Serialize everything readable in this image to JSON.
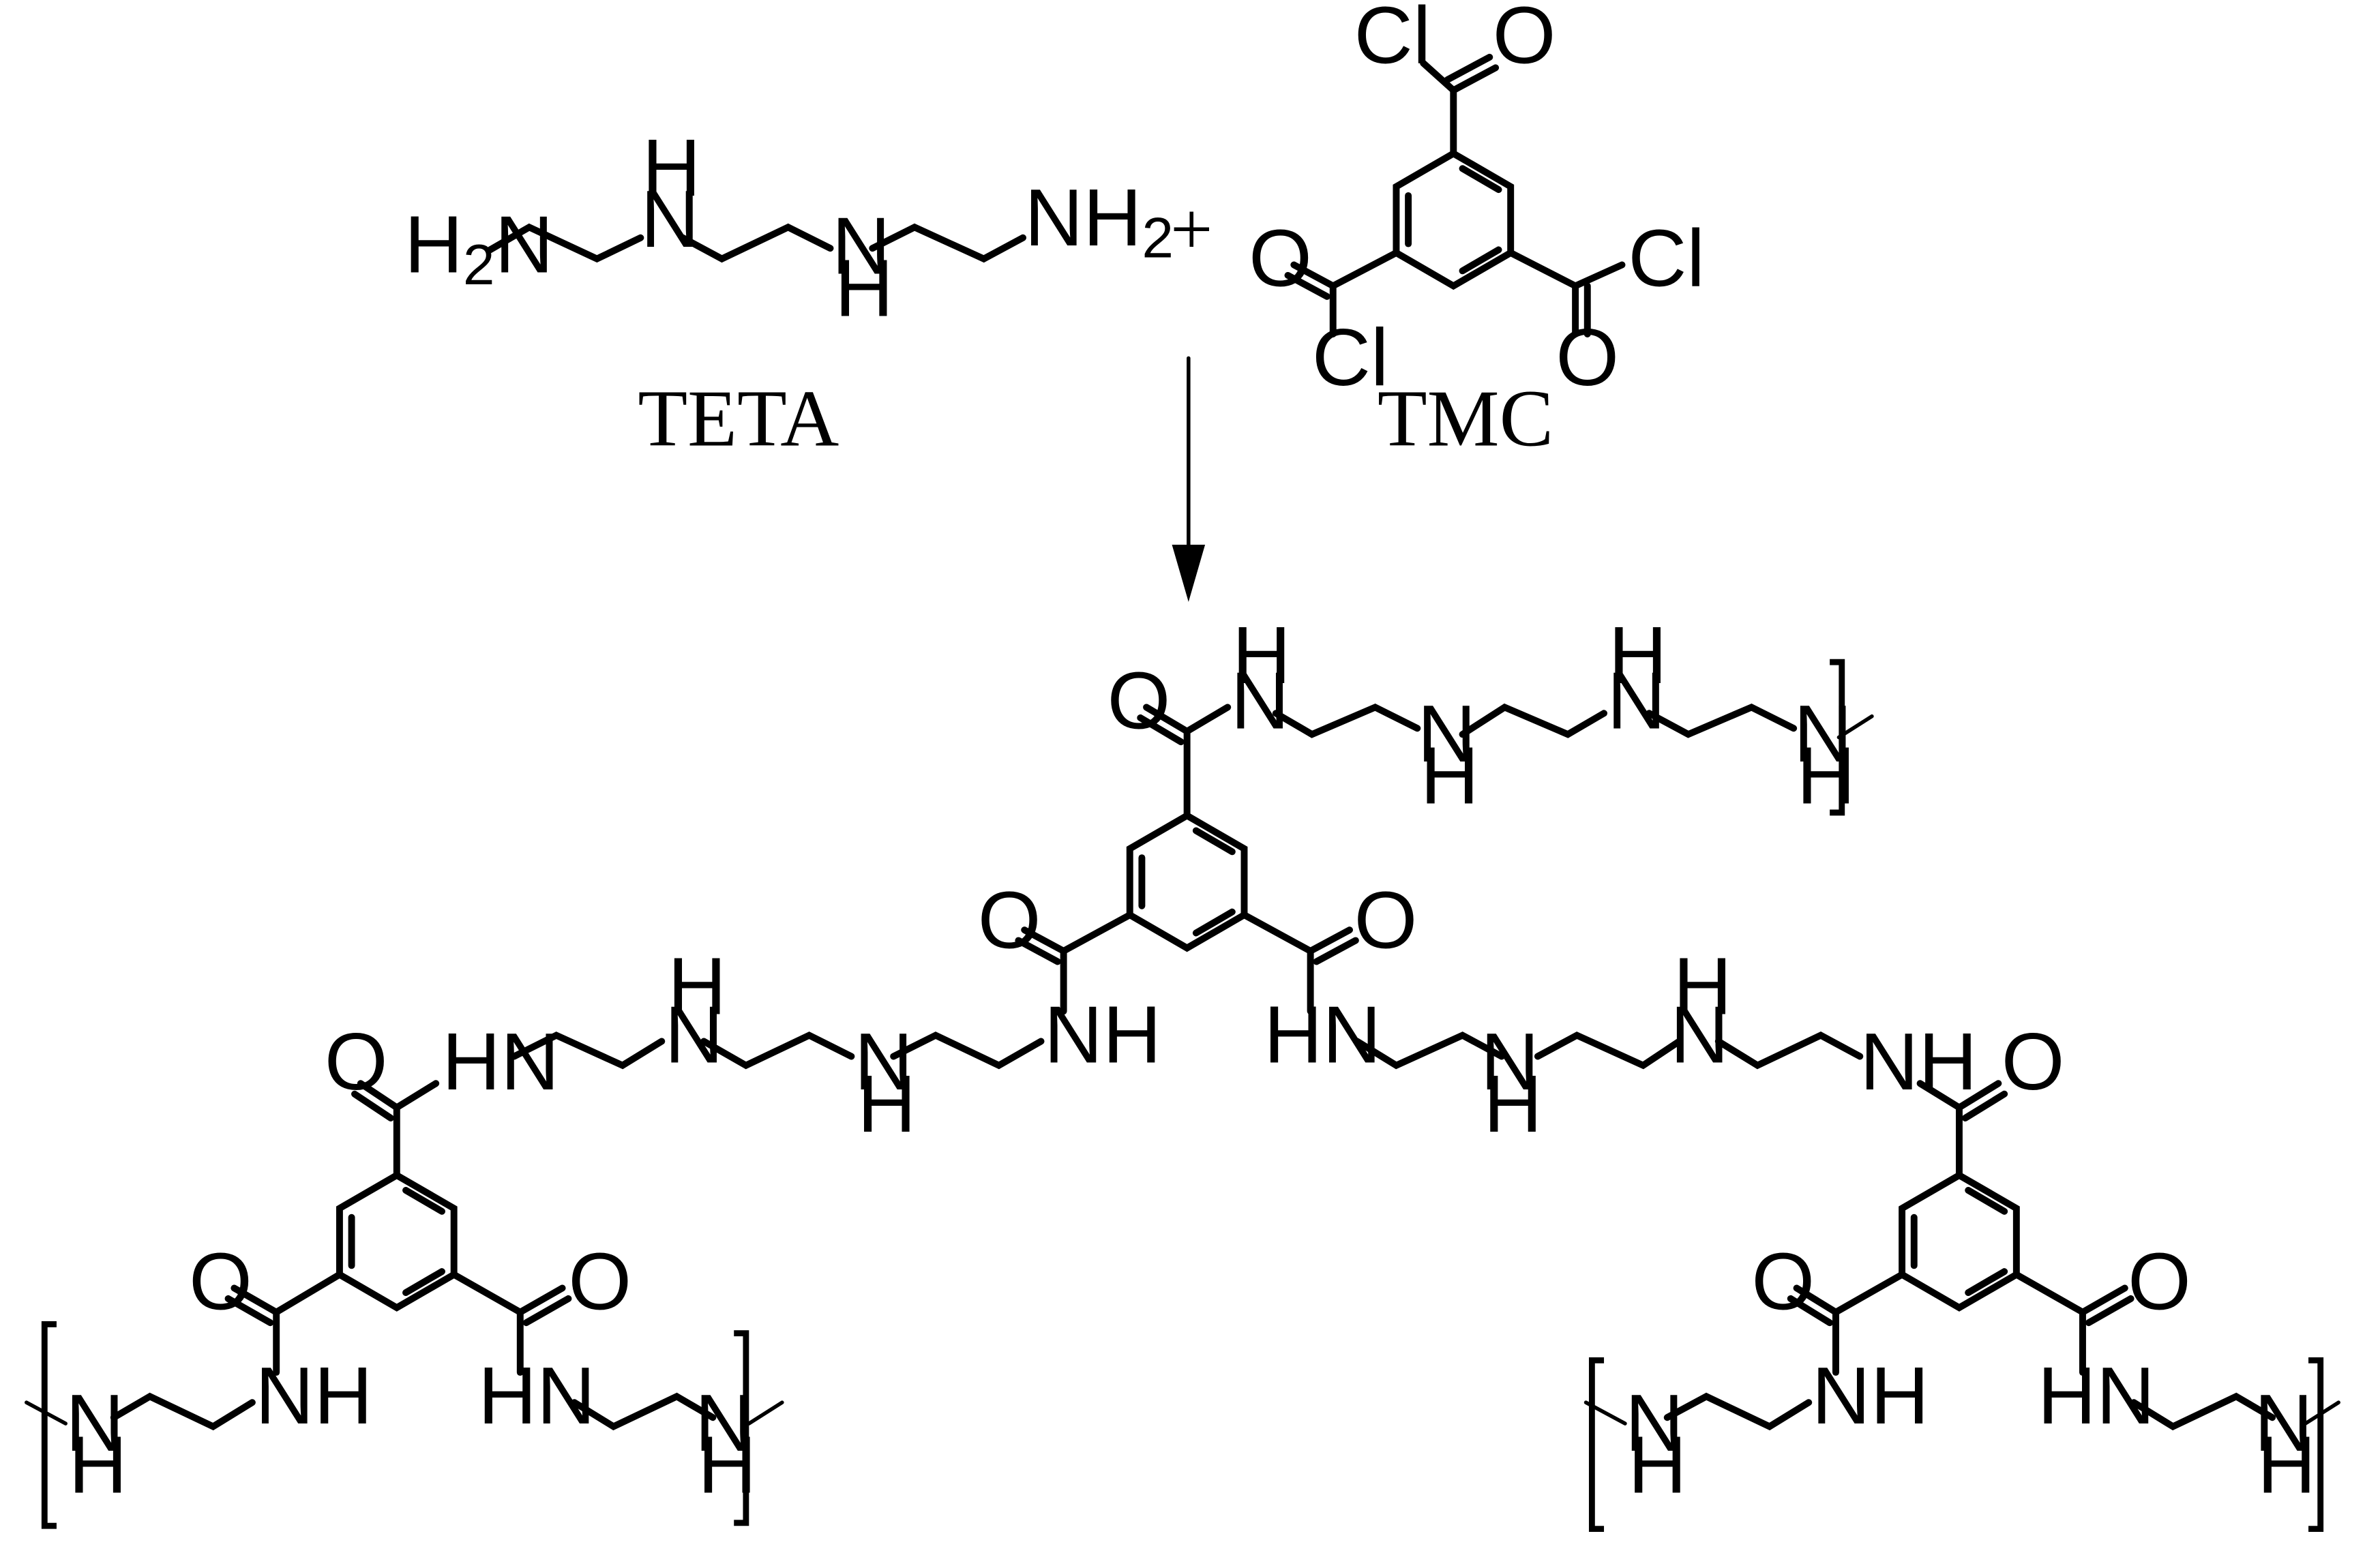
{
  "reactants": {
    "teta": {
      "caption": "TETA",
      "atoms": {
        "h2n": "H2N",
        "nh2": "NH2",
        "nh": "N",
        "h": "H"
      }
    },
    "tmc": {
      "caption": "TMC",
      "atoms": {
        "cl": "Cl",
        "o": "O"
      }
    },
    "plus": "+"
  },
  "product": {
    "atoms": {
      "o": "O",
      "nh": "NH",
      "hn": "HN",
      "n": "N",
      "h": "H"
    }
  }
}
